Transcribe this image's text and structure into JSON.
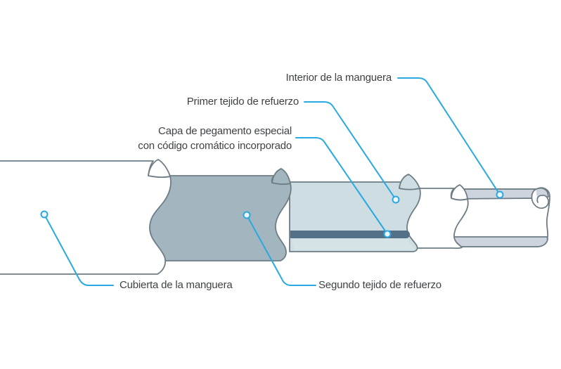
{
  "diagram": {
    "type": "hose-layer-cutaway-diagram",
    "labels": {
      "interior": "Interior de la manguera",
      "primer": "Primer tejido de refuerzo",
      "capa_line1": "Capa de pegamento especial",
      "capa_line2": "con código cromático incorporado",
      "cubierta": "Cubierta de la manguera",
      "segundo": "Segundo tejido de refuerzo"
    },
    "colors": {
      "leader_line": "#29a9e0",
      "dot_fill": "#edf6fb",
      "outline": "#6e7c85",
      "cover_fill": "#ffffff",
      "second_fabric_fill": "#a3b5bf",
      "first_fabric_fill": "#cddde1",
      "first_fabric_lower_fill": "#d6e3e6",
      "glue_stripe_fill": "#547089",
      "tube_band_fill": "#cdd4de",
      "tube_fill": "#ffffff",
      "text": "#3e4245"
    }
  }
}
